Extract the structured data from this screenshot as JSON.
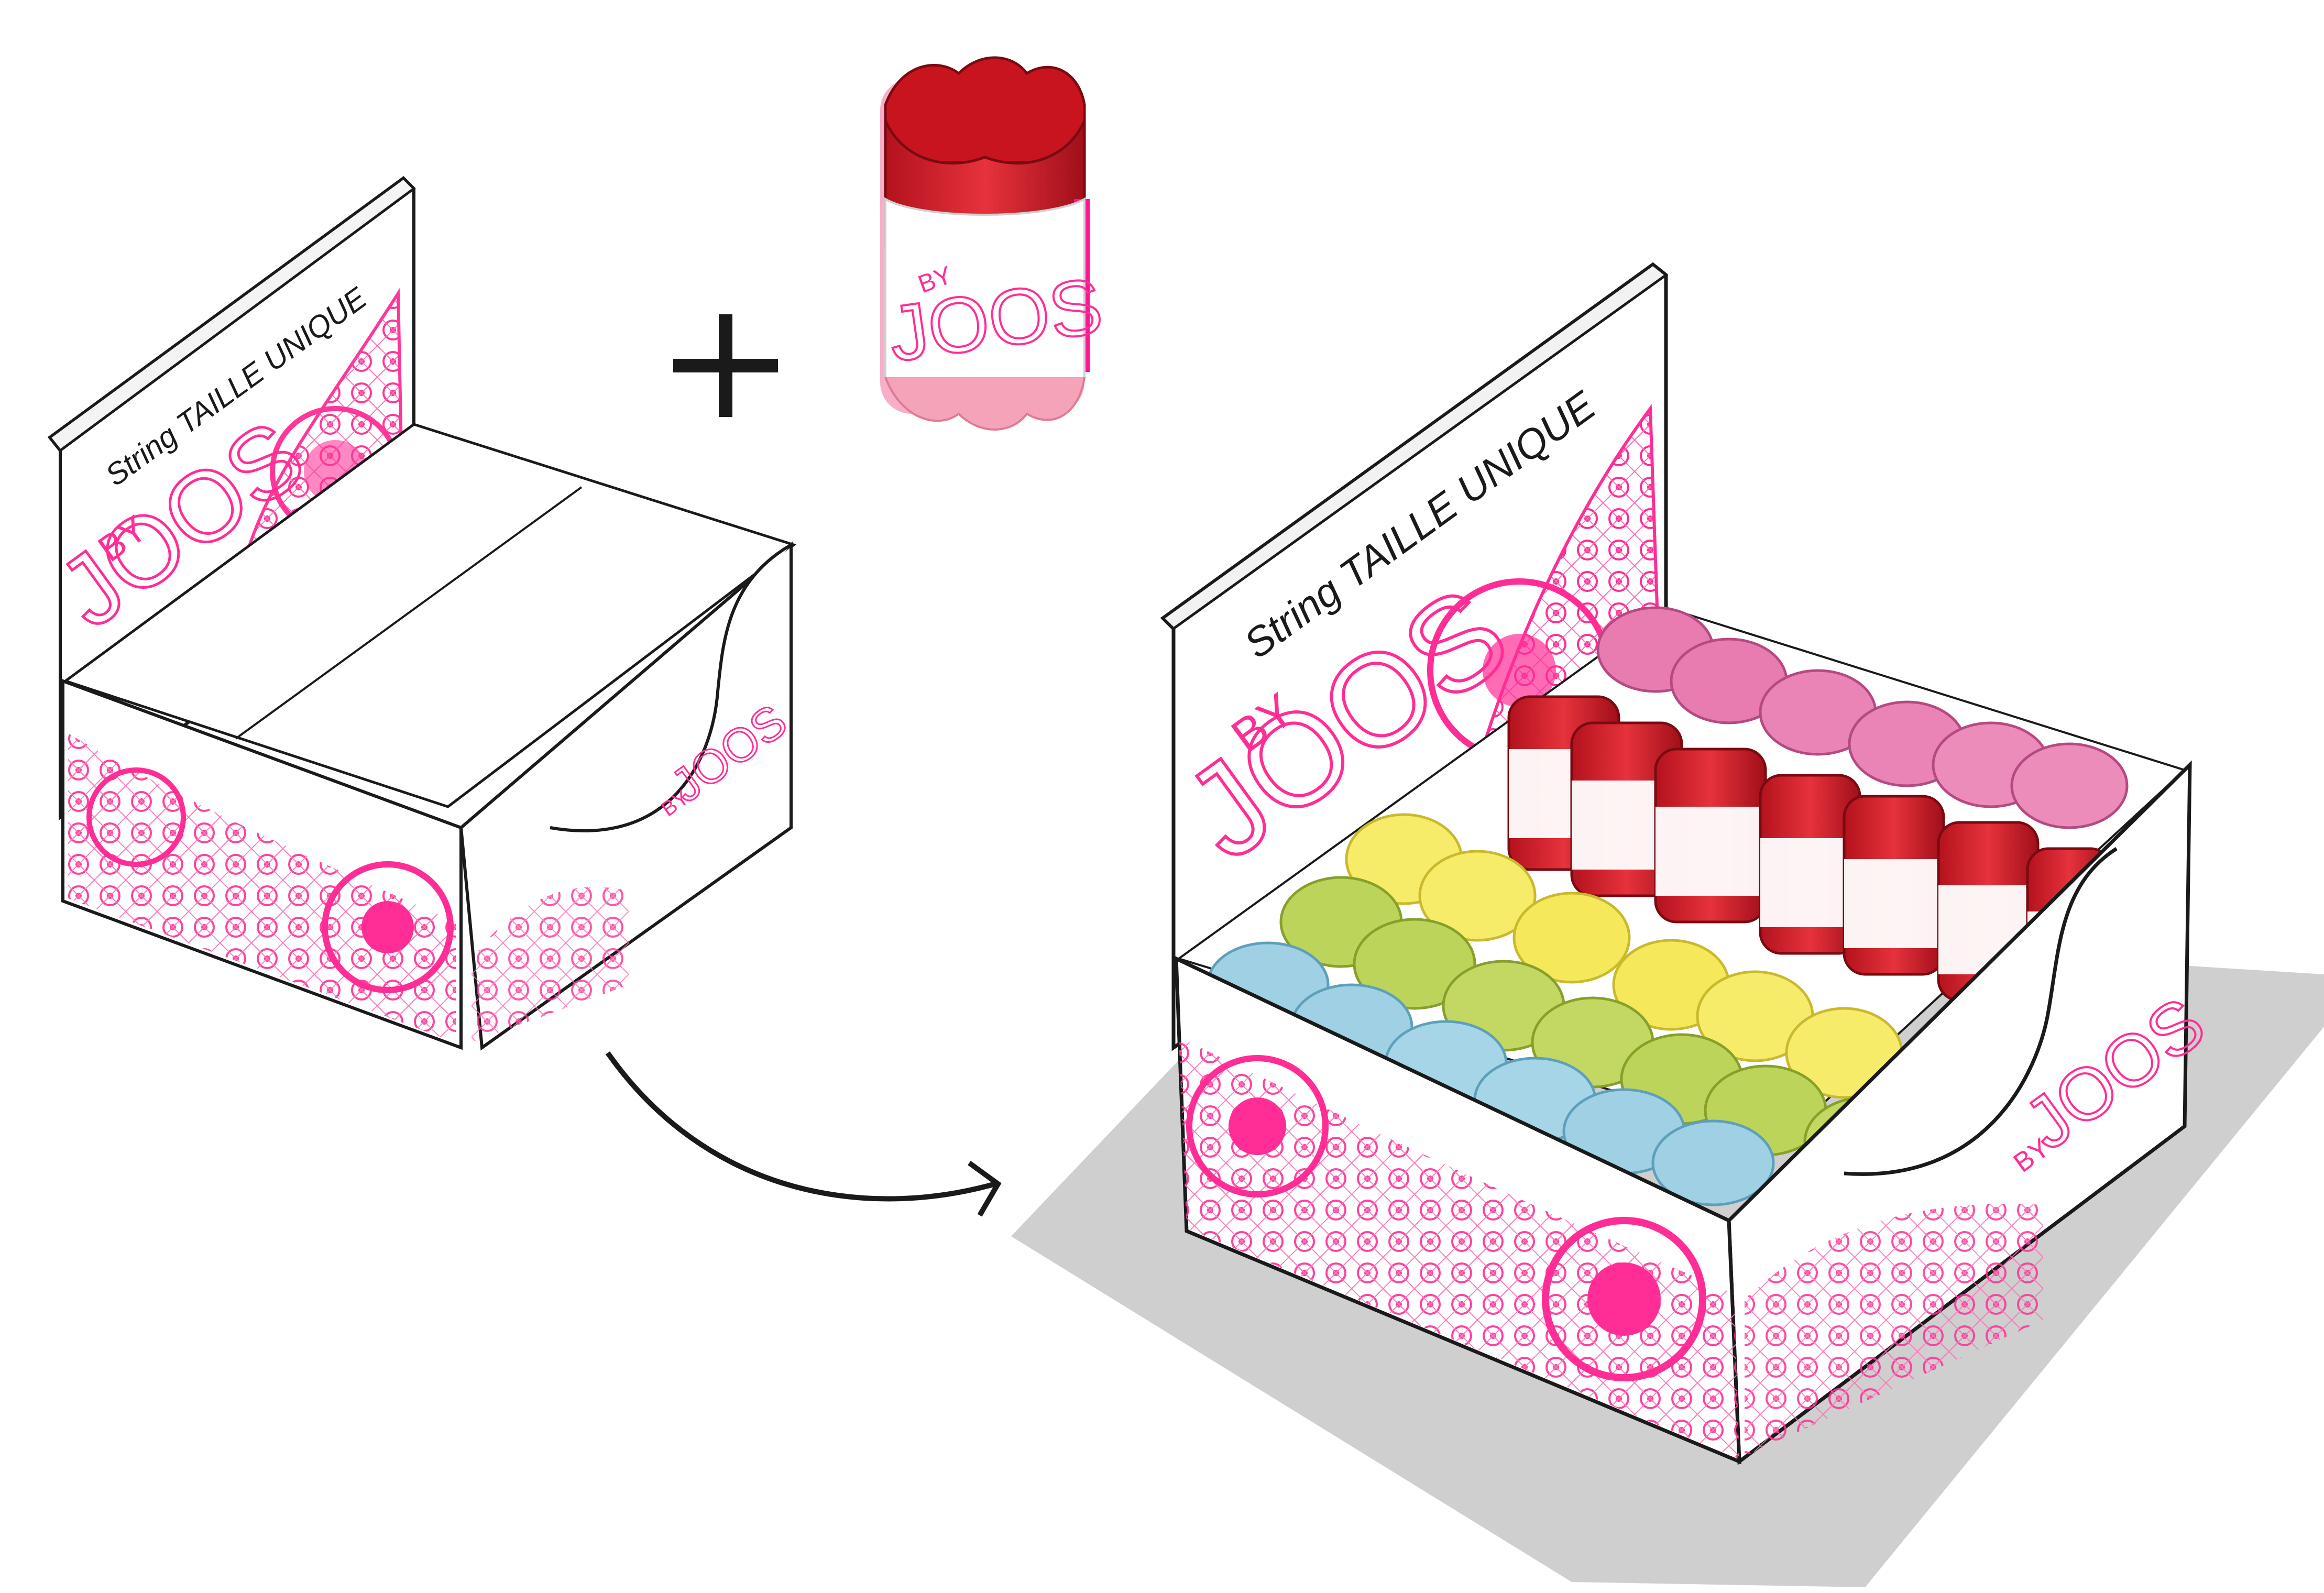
{
  "colors": {
    "accent_pink": "#ff2d95",
    "hot_pink": "#f0178a",
    "red": "#d9242f",
    "dark_red": "#a8101c",
    "rose": "#e87bb0",
    "yellow": "#f7ec6a",
    "green": "#bcd45a",
    "blue": "#9fd0e4",
    "outline": "#1a1a1a",
    "shadow": "#cfcfcf"
  },
  "small_box": {
    "tagline": "String TAILLE UNIQUE",
    "logo_by": "BY",
    "logo_word": "JOOS",
    "front_by": "BY",
    "front_word": "JOOS"
  },
  "product": {
    "logo_by": "BY",
    "logo_word": "JOOS"
  },
  "large_box": {
    "tagline": "String TAILLE UNIQUE",
    "logo_by": "BY",
    "logo_word": "JOOS",
    "front_by": "BY",
    "front_word": "JOOS"
  },
  "symbols": {
    "plus": "plus-icon",
    "arrow": "curved-arrow-icon"
  }
}
